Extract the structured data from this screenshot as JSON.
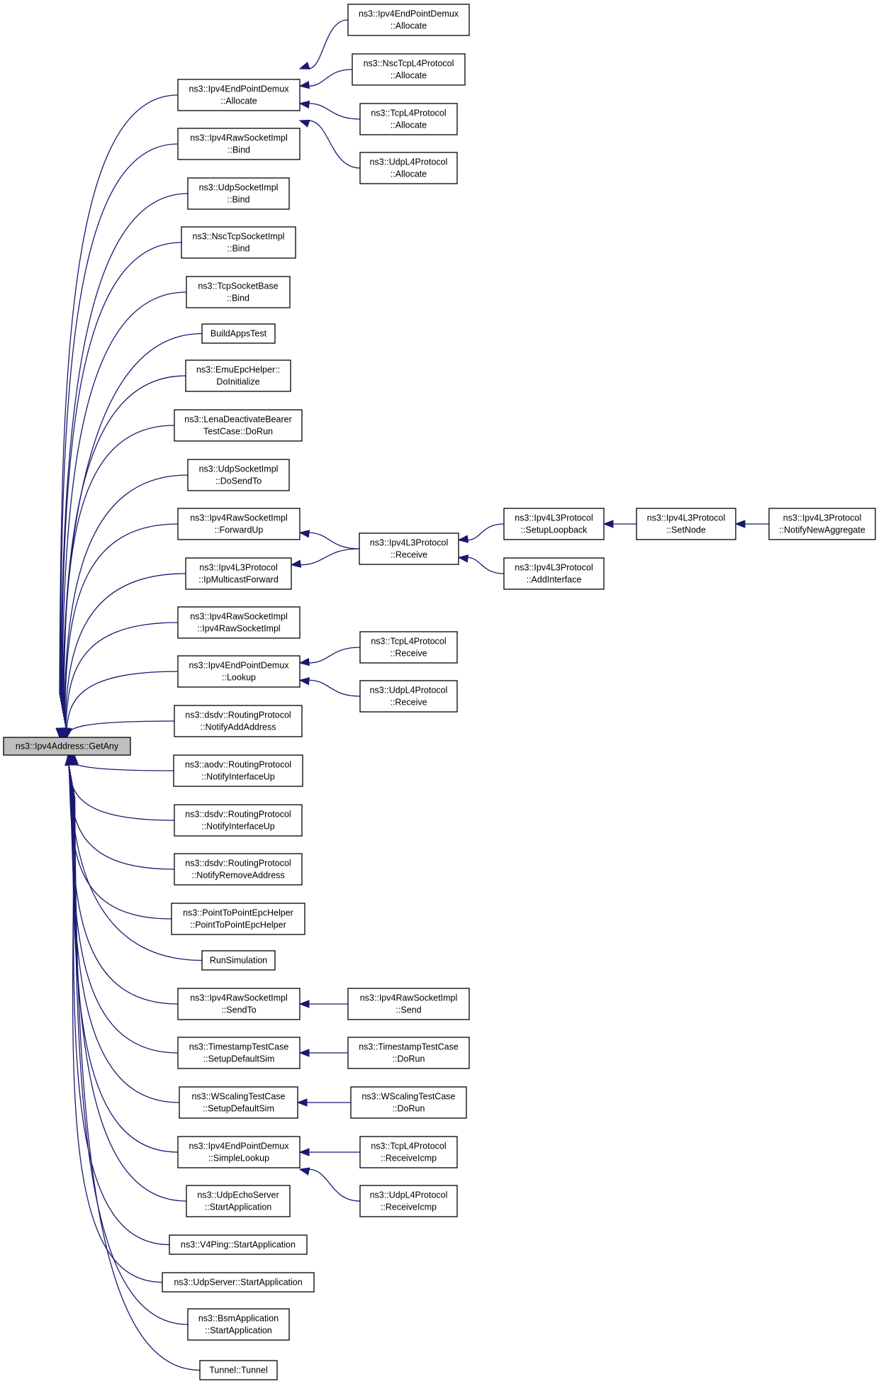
{
  "root": "n0",
  "nodes": [
    {
      "id": "n0",
      "lines": [
        "ns3::Ipv4Address::GetAny"
      ]
    },
    {
      "id": "a1",
      "lines": [
        "ns3::Ipv4EndPointDemux",
        "::Allocate"
      ]
    },
    {
      "id": "a2",
      "lines": [
        "ns3::Ipv4RawSocketImpl",
        "::Bind"
      ]
    },
    {
      "id": "a3",
      "lines": [
        "ns3::UdpSocketImpl",
        "::Bind"
      ]
    },
    {
      "id": "a4",
      "lines": [
        "ns3::NscTcpSocketImpl",
        "::Bind"
      ]
    },
    {
      "id": "a5",
      "lines": [
        "ns3::TcpSocketBase",
        "::Bind"
      ]
    },
    {
      "id": "a6",
      "lines": [
        "BuildAppsTest"
      ]
    },
    {
      "id": "a7",
      "lines": [
        "ns3::EmuEpcHelper::",
        "DoInitialize"
      ]
    },
    {
      "id": "a8",
      "lines": [
        "ns3::LenaDeactivateBearer",
        "TestCase::DoRun"
      ]
    },
    {
      "id": "a9",
      "lines": [
        "ns3::UdpSocketImpl",
        "::DoSendTo"
      ]
    },
    {
      "id": "a10",
      "lines": [
        "ns3::Ipv4RawSocketImpl",
        "::ForwardUp"
      ]
    },
    {
      "id": "a11",
      "lines": [
        "ns3::Ipv4L3Protocol",
        "::IpMulticastForward"
      ]
    },
    {
      "id": "a12",
      "lines": [
        "ns3::Ipv4RawSocketImpl",
        "::Ipv4RawSocketImpl"
      ]
    },
    {
      "id": "a13",
      "lines": [
        "ns3::Ipv4EndPointDemux",
        "::Lookup"
      ]
    },
    {
      "id": "a14",
      "lines": [
        "ns3::dsdv::RoutingProtocol",
        "::NotifyAddAddress"
      ]
    },
    {
      "id": "a15",
      "lines": [
        "ns3::aodv::RoutingProtocol",
        "::NotifyInterfaceUp"
      ]
    },
    {
      "id": "a16",
      "lines": [
        "ns3::dsdv::RoutingProtocol",
        "::NotifyInterfaceUp"
      ]
    },
    {
      "id": "a17",
      "lines": [
        "ns3::dsdv::RoutingProtocol",
        "::NotifyRemoveAddress"
      ]
    },
    {
      "id": "a18",
      "lines": [
        "ns3::PointToPointEpcHelper",
        "::PointToPointEpcHelper"
      ]
    },
    {
      "id": "a19",
      "lines": [
        "RunSimulation"
      ]
    },
    {
      "id": "a20",
      "lines": [
        "ns3::Ipv4RawSocketImpl",
        "::SendTo"
      ]
    },
    {
      "id": "a21",
      "lines": [
        "ns3::TimestampTestCase",
        "::SetupDefaultSim"
      ]
    },
    {
      "id": "a22",
      "lines": [
        "ns3::WScalingTestCase",
        "::SetupDefaultSim"
      ]
    },
    {
      "id": "a23",
      "lines": [
        "ns3::Ipv4EndPointDemux",
        "::SimpleLookup"
      ]
    },
    {
      "id": "a24",
      "lines": [
        "ns3::UdpEchoServer",
        "::StartApplication"
      ]
    },
    {
      "id": "a25",
      "lines": [
        "ns3::V4Ping::StartApplication"
      ]
    },
    {
      "id": "a26",
      "lines": [
        "ns3::UdpServer::StartApplication"
      ]
    },
    {
      "id": "a27",
      "lines": [
        "ns3::BsmApplication",
        "::StartApplication"
      ]
    },
    {
      "id": "a28",
      "lines": [
        "Tunnel::Tunnel"
      ]
    },
    {
      "id": "b1",
      "lines": [
        "ns3::Ipv4EndPointDemux",
        "::Allocate"
      ]
    },
    {
      "id": "b2",
      "lines": [
        "ns3::NscTcpL4Protocol",
        "::Allocate"
      ]
    },
    {
      "id": "b3",
      "lines": [
        "ns3::TcpL4Protocol",
        "::Allocate"
      ]
    },
    {
      "id": "b4",
      "lines": [
        "ns3::UdpL4Protocol",
        "::Allocate"
      ]
    },
    {
      "id": "b5",
      "lines": [
        "ns3::Ipv4L3Protocol",
        "::Receive"
      ]
    },
    {
      "id": "b6",
      "lines": [
        "ns3::TcpL4Protocol",
        "::Receive"
      ]
    },
    {
      "id": "b7",
      "lines": [
        "ns3::UdpL4Protocol",
        "::Receive"
      ]
    },
    {
      "id": "b8",
      "lines": [
        "ns3::Ipv4RawSocketImpl",
        "::Send"
      ]
    },
    {
      "id": "b9",
      "lines": [
        "ns3::TimestampTestCase",
        "::DoRun"
      ]
    },
    {
      "id": "b10",
      "lines": [
        "ns3::WScalingTestCase",
        "::DoRun"
      ]
    },
    {
      "id": "b11",
      "lines": [
        "ns3::TcpL4Protocol",
        "::ReceiveIcmp"
      ]
    },
    {
      "id": "b12",
      "lines": [
        "ns3::UdpL4Protocol",
        "::ReceiveIcmp"
      ]
    },
    {
      "id": "c1",
      "lines": [
        "ns3::Ipv4L3Protocol",
        "::SetupLoopback"
      ]
    },
    {
      "id": "c2",
      "lines": [
        "ns3::Ipv4L3Protocol",
        "::AddInterface"
      ]
    },
    {
      "id": "d1",
      "lines": [
        "ns3::Ipv4L3Protocol",
        "::SetNode"
      ]
    },
    {
      "id": "e1",
      "lines": [
        "ns3::Ipv4L3Protocol",
        "::NotifyNewAggregate"
      ]
    }
  ],
  "edges": [
    [
      "a1",
      "n0"
    ],
    [
      "a2",
      "n0"
    ],
    [
      "a3",
      "n0"
    ],
    [
      "a4",
      "n0"
    ],
    [
      "a5",
      "n0"
    ],
    [
      "a6",
      "n0"
    ],
    [
      "a7",
      "n0"
    ],
    [
      "a8",
      "n0"
    ],
    [
      "a9",
      "n0"
    ],
    [
      "a10",
      "n0"
    ],
    [
      "a11",
      "n0"
    ],
    [
      "a12",
      "n0"
    ],
    [
      "a13",
      "n0"
    ],
    [
      "a14",
      "n0"
    ],
    [
      "a15",
      "n0"
    ],
    [
      "a16",
      "n0"
    ],
    [
      "a17",
      "n0"
    ],
    [
      "a18",
      "n0"
    ],
    [
      "a19",
      "n0"
    ],
    [
      "a20",
      "n0"
    ],
    [
      "a21",
      "n0"
    ],
    [
      "a22",
      "n0"
    ],
    [
      "a23",
      "n0"
    ],
    [
      "a24",
      "n0"
    ],
    [
      "a25",
      "n0"
    ],
    [
      "a26",
      "n0"
    ],
    [
      "a27",
      "n0"
    ],
    [
      "a28",
      "n0"
    ],
    [
      "b1",
      "a1"
    ],
    [
      "b2",
      "a1"
    ],
    [
      "b3",
      "a1"
    ],
    [
      "b4",
      "a1"
    ],
    [
      "b5",
      "a10"
    ],
    [
      "b5",
      "a11"
    ],
    [
      "b6",
      "a13"
    ],
    [
      "b7",
      "a13"
    ],
    [
      "b8",
      "a20"
    ],
    [
      "b9",
      "a21"
    ],
    [
      "b10",
      "a22"
    ],
    [
      "b11",
      "a23"
    ],
    [
      "b12",
      "a23"
    ],
    [
      "c1",
      "b5"
    ],
    [
      "c2",
      "b5"
    ],
    [
      "d1",
      "c1"
    ],
    [
      "e1",
      "d1"
    ]
  ]
}
